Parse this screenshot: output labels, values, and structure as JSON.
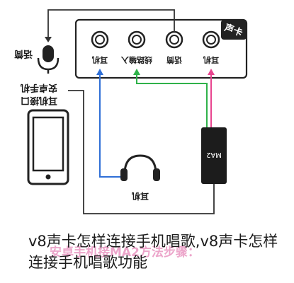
{
  "device": {
    "badge": "声卡",
    "ports": [
      "耳机",
      "线路输入",
      "话筒",
      "耳机"
    ]
  },
  "microphone_label": "话筒",
  "phone_label": [
    "安卓手机",
    "耳机接口"
  ],
  "headphones_label": "耳机",
  "ma2_label": "MA2",
  "watermark": "安卓手机接MA2方法步骤：",
  "caption": "v8声卡怎样连接手机唱歌,v8声卡怎样连接手机唱歌功能",
  "colors": {
    "blue": "#2f6fd6",
    "green": "#2fb24a",
    "pink": "#e8458f",
    "line": "#333333"
  }
}
